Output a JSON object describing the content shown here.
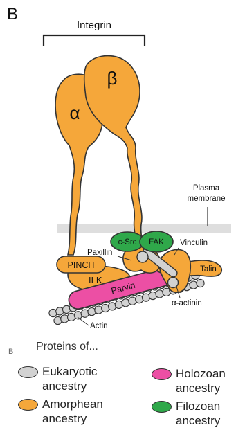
{
  "panel_label": "B",
  "labels": {
    "integrin": "Integrin",
    "alpha": "α",
    "beta": "β",
    "plasma_membrane_line1": "Plasma",
    "plasma_membrane_line2": "membrane",
    "c_src": "c-Src",
    "fak": "FAK",
    "paxillin": "Paxillin",
    "vinculin": "Vinculin",
    "pinch": "PINCH",
    "ilk": "ILK",
    "talin": "Talin",
    "parvin": "Parvin",
    "alpha_actinin": "α-actinin",
    "actin": "Actin"
  },
  "side_mark": "B",
  "legend": {
    "title": "Proteins of...",
    "items": [
      {
        "line1": "Eukaryotic",
        "line2": "ancestry",
        "color": "#d2d2d2"
      },
      {
        "line1": "Amorphean",
        "line2": "ancestry",
        "color": "#f5a73a"
      },
      {
        "line1": "Holozoan",
        "line2": "ancestry",
        "color": "#ec4fa4"
      },
      {
        "line1": "Filozoan",
        "line2": "ancestry",
        "color": "#2fa84a"
      }
    ]
  },
  "colors": {
    "eukaryotic": "#d2d2d2",
    "amorphean": "#f5a73a",
    "holozoan": "#ec4fa4",
    "filozoan": "#2fa84a",
    "membrane": "#dedede",
    "outline": "#333333"
  }
}
